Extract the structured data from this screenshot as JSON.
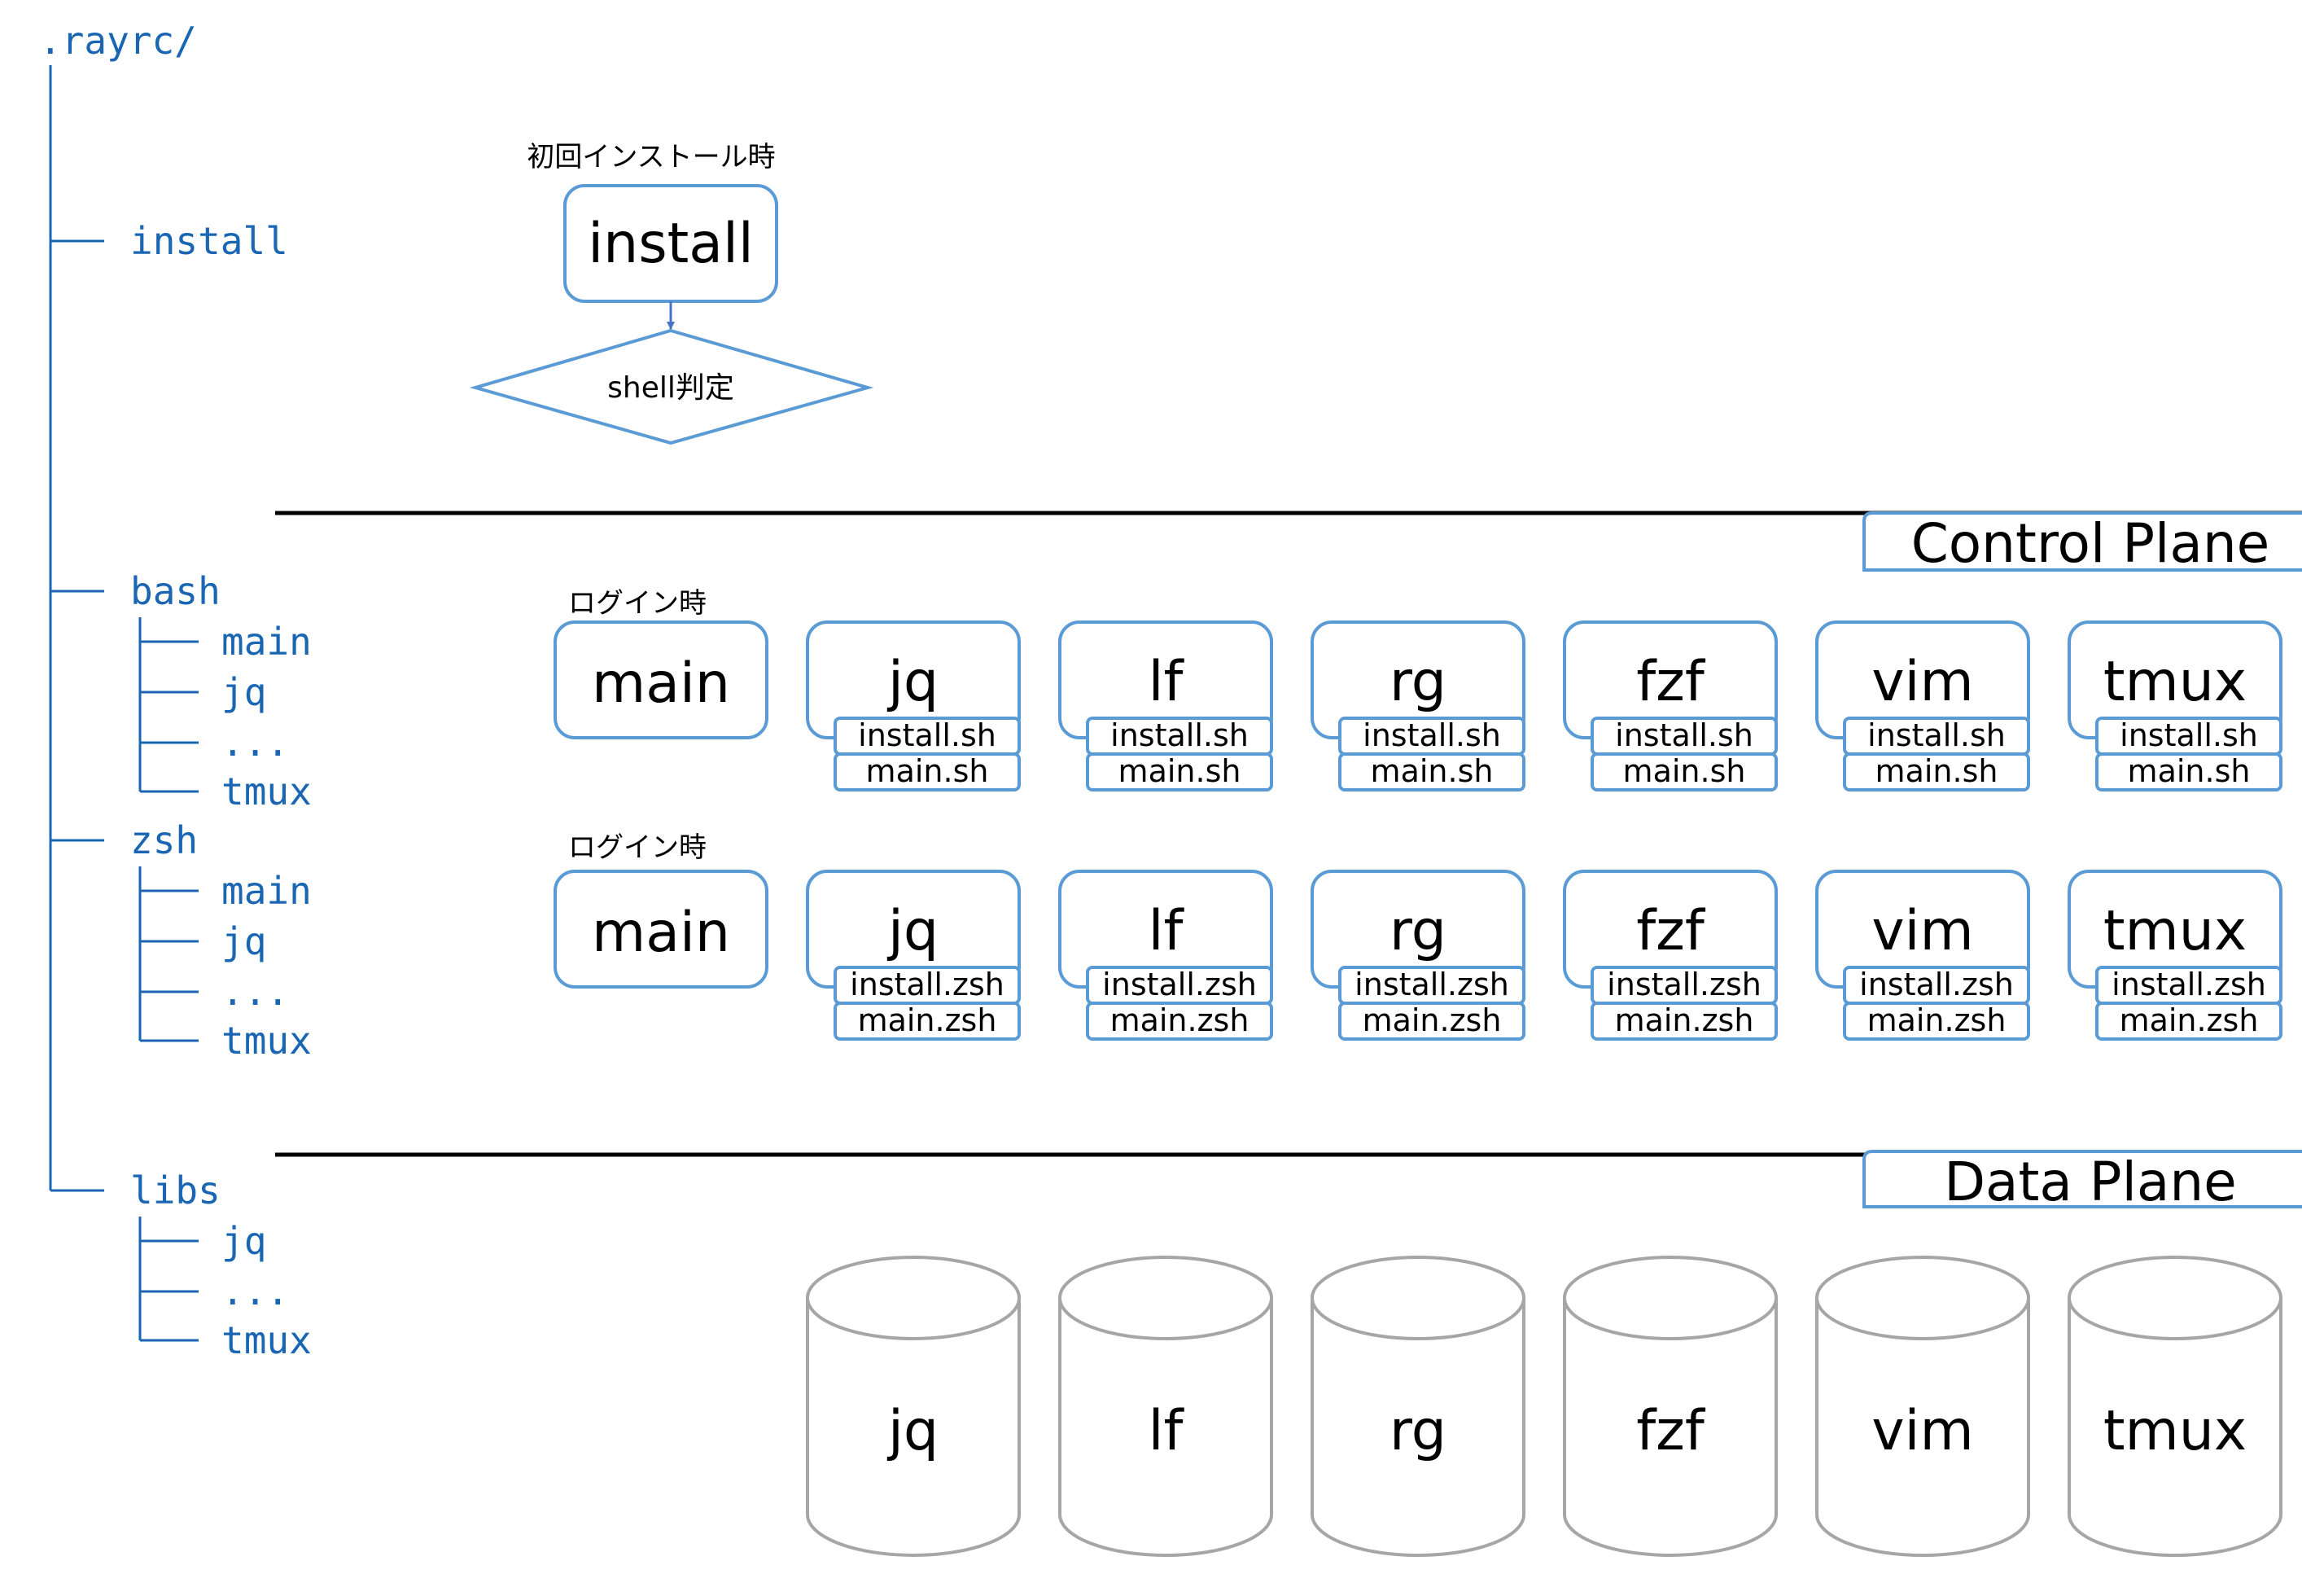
{
  "tree": {
    "root": ".rayrc/",
    "install": "install",
    "bash": {
      "label": "bash",
      "children": [
        "main",
        "jq",
        "...",
        "tmux"
      ]
    },
    "zsh": {
      "label": "zsh",
      "children": [
        "main",
        "jq",
        "...",
        "tmux"
      ]
    },
    "libs": {
      "label": "libs",
      "children": [
        "jq",
        "...",
        "tmux"
      ]
    }
  },
  "install_section": {
    "caption": "初回インストール時",
    "box_label": "install",
    "decision_label": "shell判定"
  },
  "planes": {
    "control": "Control Plane",
    "data": "Data Plane"
  },
  "bash_row": {
    "caption": "ログイン時",
    "main_label": "main",
    "modules": [
      {
        "name": "jq",
        "files": [
          "install.sh",
          "main.sh"
        ]
      },
      {
        "name": "lf",
        "files": [
          "install.sh",
          "main.sh"
        ]
      },
      {
        "name": "rg",
        "files": [
          "install.sh",
          "main.sh"
        ]
      },
      {
        "name": "fzf",
        "files": [
          "install.sh",
          "main.sh"
        ]
      },
      {
        "name": "vim",
        "files": [
          "install.sh",
          "main.sh"
        ]
      },
      {
        "name": "tmux",
        "files": [
          "install.sh",
          "main.sh"
        ]
      }
    ]
  },
  "zsh_row": {
    "caption": "ログイン時",
    "main_label": "main",
    "modules": [
      {
        "name": "jq",
        "files": [
          "install.zsh",
          "main.zsh"
        ]
      },
      {
        "name": "lf",
        "files": [
          "install.zsh",
          "main.zsh"
        ]
      },
      {
        "name": "rg",
        "files": [
          "install.zsh",
          "main.zsh"
        ]
      },
      {
        "name": "fzf",
        "files": [
          "install.zsh",
          "main.zsh"
        ]
      },
      {
        "name": "vim",
        "files": [
          "install.zsh",
          "main.zsh"
        ]
      },
      {
        "name": "tmux",
        "files": [
          "install.zsh",
          "main.zsh"
        ]
      }
    ]
  },
  "libs_row": [
    "jq",
    "lf",
    "rg",
    "fzf",
    "vim",
    "tmux"
  ],
  "colors": {
    "tree_text": "#1a66b3",
    "box_stroke": "#5b9bd5",
    "arrow": "#4472c4",
    "cylinder_stroke": "#a6a6a6",
    "divider": "#000000"
  }
}
